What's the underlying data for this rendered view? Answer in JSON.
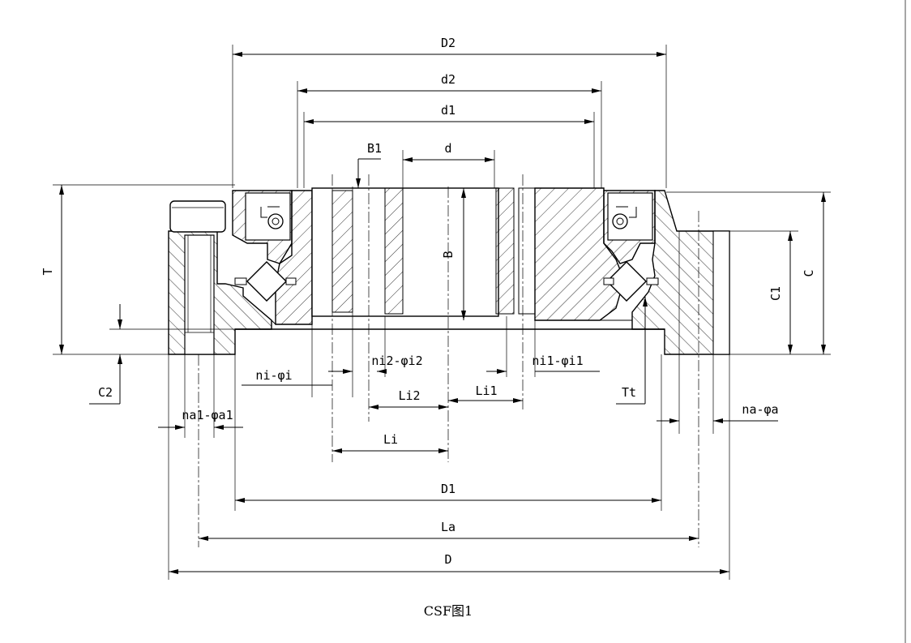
{
  "caption": "CSF图1",
  "dimensions": {
    "D2": "D2",
    "d2": "d2",
    "d1": "d1",
    "B1": "B1",
    "d": "d",
    "B": "B",
    "T": "T",
    "C": "C",
    "C1": "C1",
    "C2": "C2",
    "Tt": "Tt",
    "ni_phi_i": "ni-φi",
    "ni2_phi_i2": "ni2-φi2",
    "ni1_phi_i1": "ni1-φi1",
    "Li2": "Li2",
    "Li1": "Li1",
    "Li": "Li",
    "na1_phi_a1": "na1-φa1",
    "na_phi_a": "na-φa",
    "D1": "D1",
    "La": "La",
    "D": "D"
  }
}
